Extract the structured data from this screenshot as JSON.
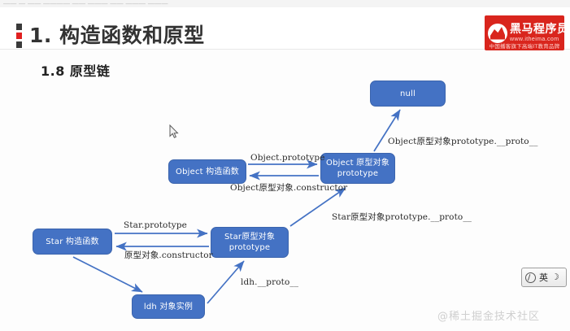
{
  "top_strip": {
    "text": "——  — —— ———— —— ———  —— ——— ———"
  },
  "header": {
    "title": "1. 构造函数和原型",
    "bullet_icon": "stacked-squares-bullet",
    "logo": {
      "name": "黑马程序员",
      "url": "www.itheima.com",
      "tagline": "中国播客旗下高端IT教育品牌",
      "mark_icon": "horse-head-icon",
      "bg_color": "#d9251d"
    }
  },
  "section": {
    "heading": "1.8 原型链"
  },
  "diagram": {
    "node_color": "#4472c4",
    "arrow_color": "#4472c4",
    "nodes": [
      {
        "id": "null",
        "label": "null"
      },
      {
        "id": "object-ctor",
        "label": "Object 构造函数"
      },
      {
        "id": "object-proto",
        "label": "Object 原型对象\nprototype"
      },
      {
        "id": "star-ctor",
        "label": "Star 构造函数"
      },
      {
        "id": "star-proto",
        "label": "Star原型对象\nprototype"
      },
      {
        "id": "ldh",
        "label": "ldh 对象实例"
      }
    ],
    "edge_labels": [
      {
        "id": "object-prototype",
        "text": "Object.prototype"
      },
      {
        "id": "object-constructor",
        "text": "Object原型对象.constructor"
      },
      {
        "id": "object-proto-proto",
        "text": "Object原型对象prototype.__proto__"
      },
      {
        "id": "star-prototype",
        "text": "Star.prototype"
      },
      {
        "id": "star-constructor",
        "text": "原型对象.constructor"
      },
      {
        "id": "star-proto-proto",
        "text": "Star原型对象prototype.__proto__"
      },
      {
        "id": "ldh-proto",
        "text": "ldh.__proto__"
      }
    ]
  },
  "ime": {
    "logo_icon": "sogou-ime-icon",
    "mode": "英",
    "moon_icon": "☽"
  },
  "watermark": {
    "text": "@稀土掘金技术社区"
  },
  "cursor": {
    "icon": "mouse-pointer-arrow"
  }
}
